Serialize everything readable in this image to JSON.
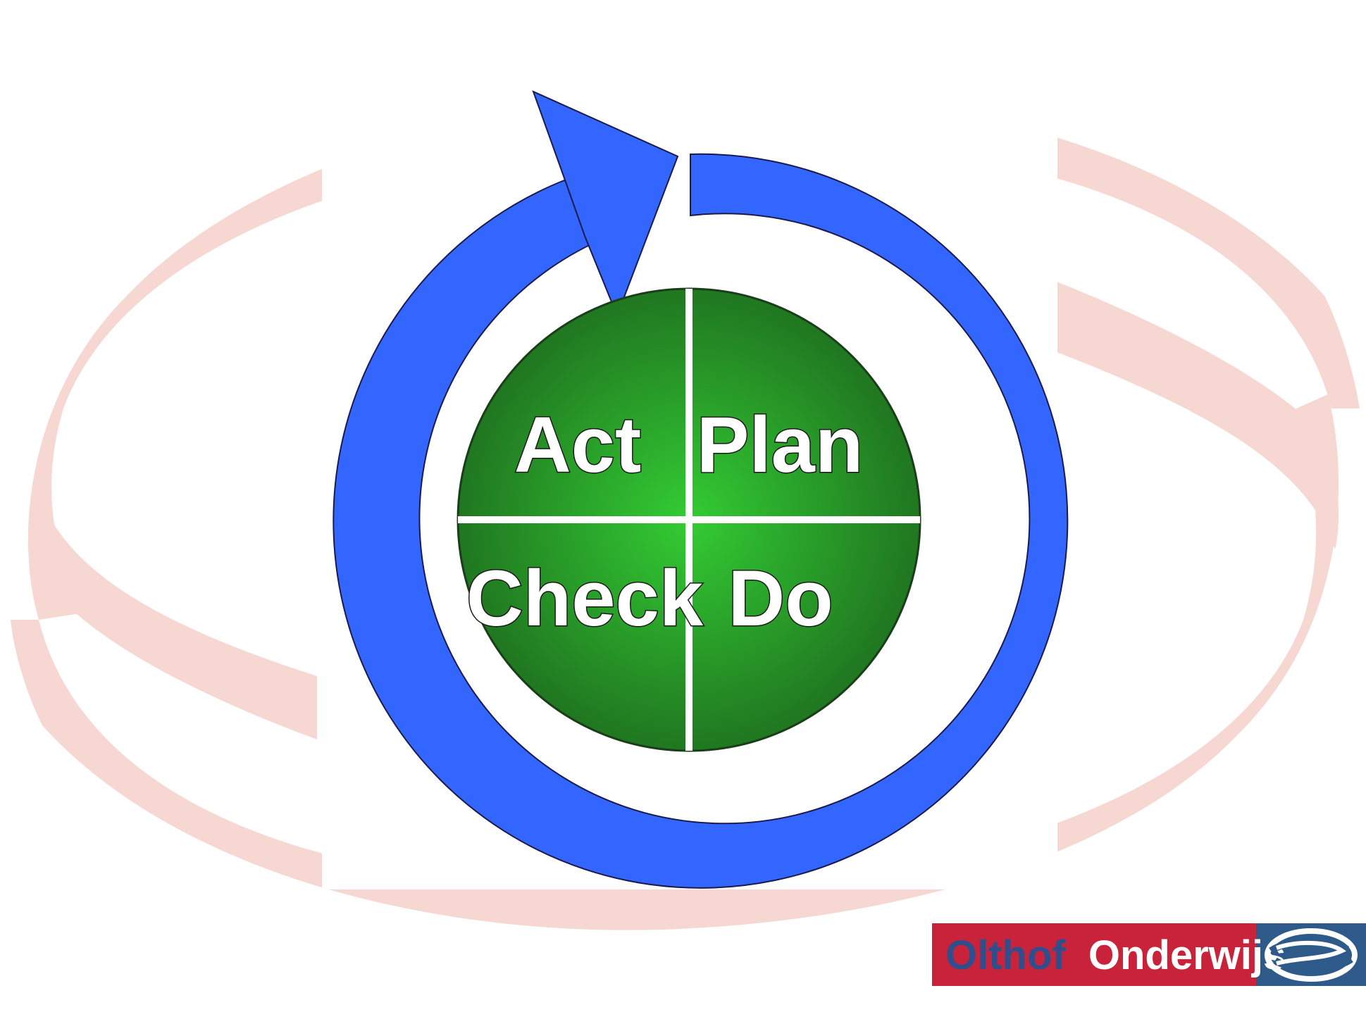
{
  "diagram": {
    "quadrants": {
      "top_left": "Act",
      "top_right": "Plan",
      "bottom_left": "Check",
      "bottom_right": "Do"
    },
    "cycle_direction": "clockwise"
  },
  "logo": {
    "part1": "Olthof",
    "part2": "Onderwijs"
  },
  "colors": {
    "background_swoosh": "#f6d7d2",
    "cycle_arrow": "#3366ff",
    "quadrant_center": "#33cc33",
    "quadrant_edge": "#1e6e1e",
    "logo_red": "#c8233a",
    "logo_blue_text": "#2e4f8c",
    "logo_icon_bg": "#2e5a8a"
  }
}
